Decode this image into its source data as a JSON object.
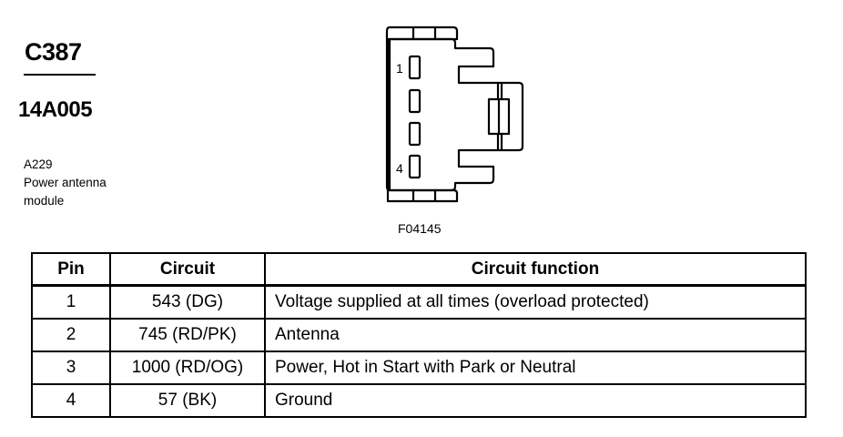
{
  "connector": {
    "id": "C387",
    "part_number": "14A005",
    "component_code": "A229",
    "component_name_line1": "Power antenna",
    "component_name_line2": "module"
  },
  "diagram": {
    "pin_labels": [
      "1",
      "4"
    ],
    "figure_id": "F04145"
  },
  "table": {
    "headers": [
      "Pin",
      "Circuit",
      "Circuit function"
    ],
    "rows": [
      {
        "pin": "1",
        "circuit": "543 (DG)",
        "function": "Voltage supplied at all times (overload protected)"
      },
      {
        "pin": "2",
        "circuit": "745 (RD/PK)",
        "function": "Antenna"
      },
      {
        "pin": "3",
        "circuit": "1000 (RD/OG)",
        "function": "Power, Hot in Start with Park or Neutral"
      },
      {
        "pin": "4",
        "circuit": "57 (BK)",
        "function": "Ground"
      }
    ]
  }
}
